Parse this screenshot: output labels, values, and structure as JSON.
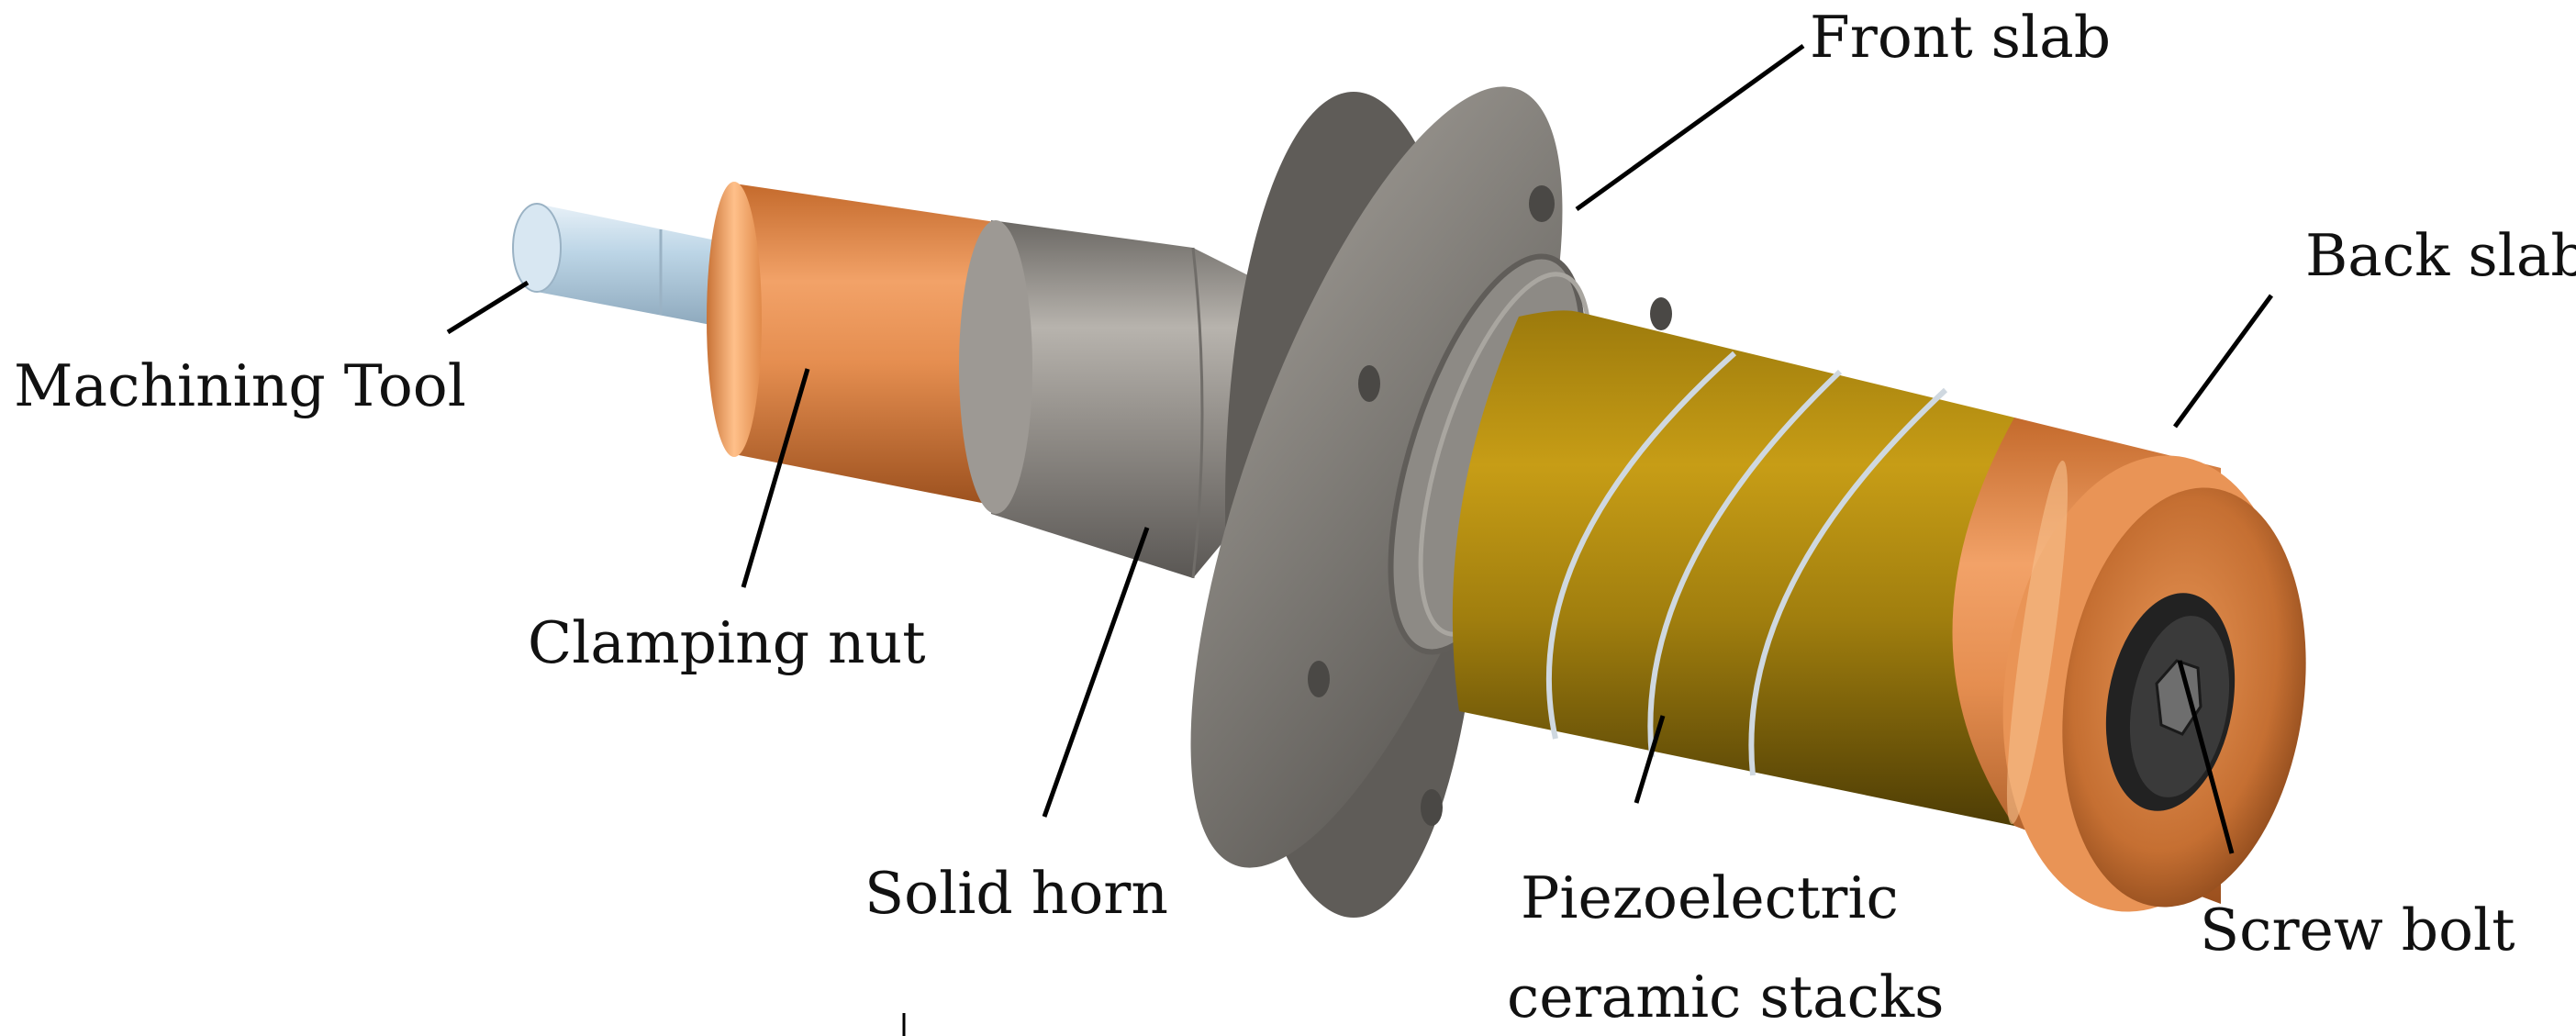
{
  "labels": {
    "machining_tool": "Machining Tool",
    "clamping_nut": "Clamping nut",
    "solid_horn": "Solid horn",
    "front_slab": "Front slab",
    "piezo_line1": "Piezoelectric",
    "piezo_line2": "ceramic stacks",
    "back_slab": "Back slab",
    "screw_bolt": "Screw bolt"
  },
  "colors": {
    "tool": "#b9d3e4",
    "copper": "#d98a4e",
    "steel": "#8e8b86",
    "flange": "#7b7873",
    "ceramic": "#b08a10",
    "ring_lines": "#cfd8e0",
    "bolt_face": "#2d2d2d",
    "leader_line": "#000000"
  },
  "icons": {
    "hex_socket": "hexagon-socket-icon"
  }
}
